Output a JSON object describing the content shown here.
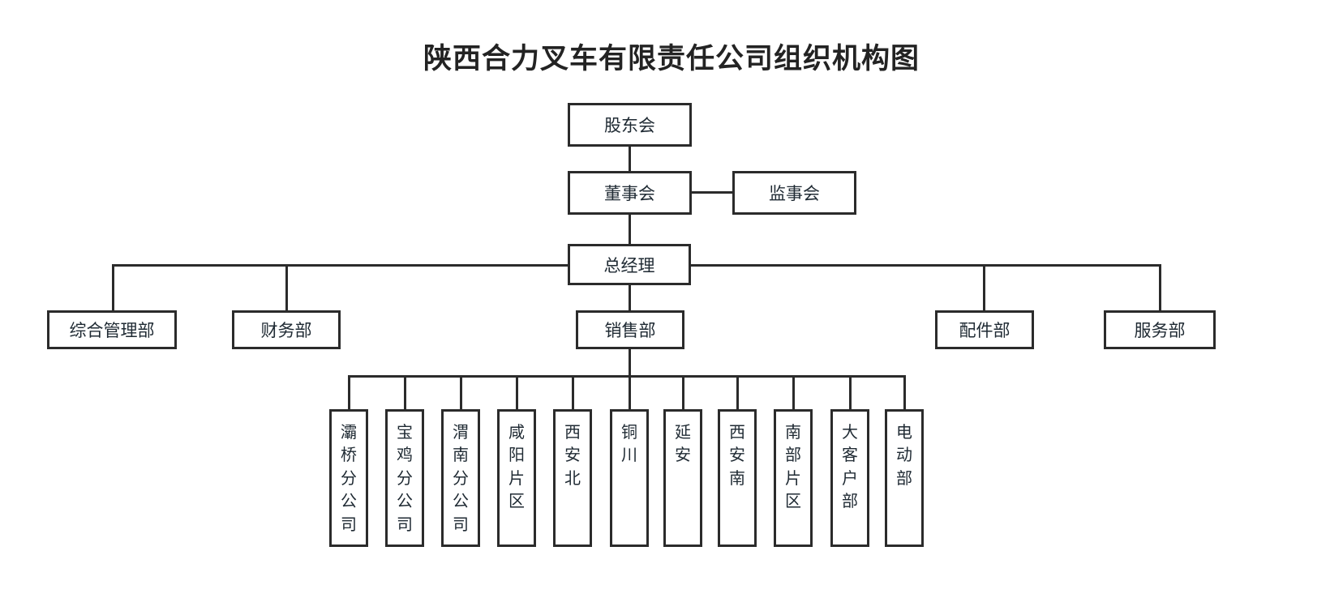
{
  "title": "陕西合力叉车有限责任公司组织机构图",
  "nodes": {
    "shareholders": "股东会",
    "board": "董事会",
    "supervisors": "监事会",
    "general_manager": "总经理",
    "departments": [
      {
        "label": "综合管理部"
      },
      {
        "label": "财务部"
      },
      {
        "label": "销售部"
      },
      {
        "label": "配件部"
      },
      {
        "label": "服务部"
      }
    ],
    "sales_units": [
      {
        "label": "灞桥分公司"
      },
      {
        "label": "宝鸡分公司"
      },
      {
        "label": "渭南分公司"
      },
      {
        "label": "咸阳片区"
      },
      {
        "label": "西安北"
      },
      {
        "label": "铜川"
      },
      {
        "label": "延安"
      },
      {
        "label": "西安南"
      },
      {
        "label": "南部片区"
      },
      {
        "label": "大客户部"
      },
      {
        "label": "电动部"
      }
    ]
  },
  "colors": {
    "line": "#2b2b2b",
    "text": "#1f2a33",
    "title": "#232323",
    "background": "#ffffff"
  }
}
